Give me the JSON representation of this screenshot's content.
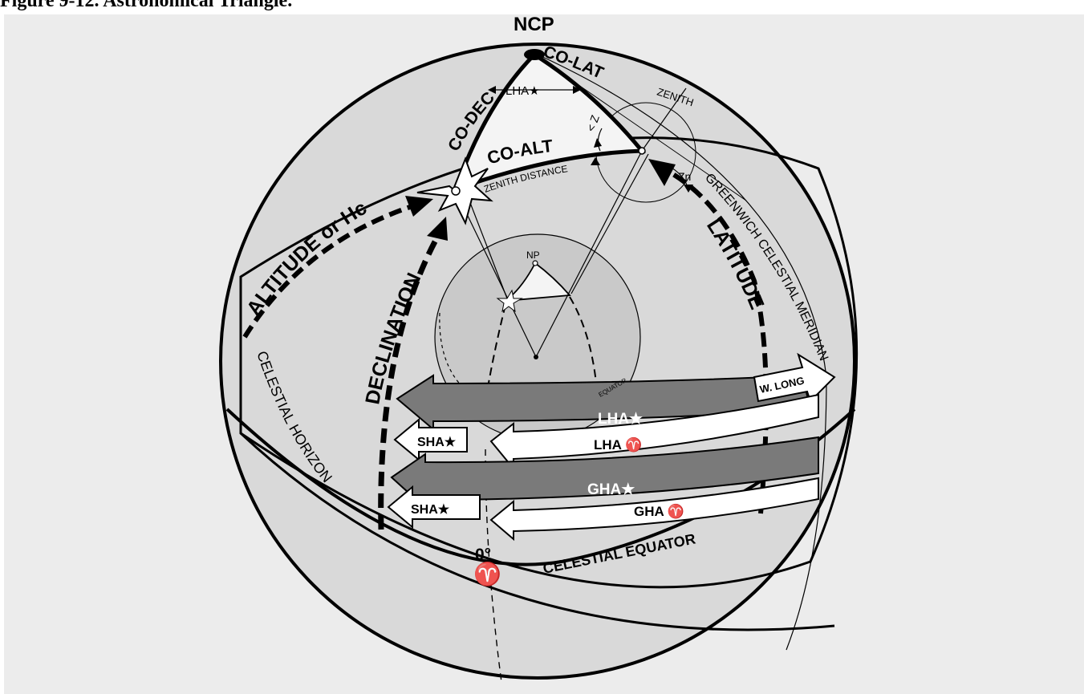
{
  "caption": "Figure 9-12. Astronomical Triangle.",
  "labels": {
    "ncp": "NCP",
    "co_dec": "CO-DEC",
    "co_lat": "CO-LAT",
    "lha_star_top": "LHA★",
    "zenith": "ZENITH",
    "angle_z": "< Z",
    "co_alt": "CO-ALT",
    "zenith_distance": "ZENITH DISTANCE",
    "zn": "Zn",
    "greenwich_meridian": "GREENWICH CELESTIAL MERIDIAN",
    "altitude": "ALTITUDE or Hc",
    "latitude": "LATITUDE",
    "declination": "DECLINATION",
    "np": "NP",
    "equator_small": "EQUATOR",
    "celestial_horizon": "CELESTIAL HORIZON",
    "w_long": "W. LONG",
    "lha_star_arrow": "LHA★",
    "lha_aries": "LHA ♈",
    "sha_star_1": "SHA★",
    "gha_star": "GHA★",
    "gha_aries": "GHA ♈",
    "sha_star_2": "SHA★",
    "zero_deg": "0°",
    "aries_symbol": "♈",
    "celestial_equator": "CELESTIAL EQUATOR"
  },
  "colors": {
    "background": "#ececec",
    "sphere_fill": "#d9d9d9",
    "inner_sphere": "#c9c9c9",
    "arrow_dark": "#7a7a7a",
    "arrow_light": "#ffffff",
    "line": "#000000"
  }
}
